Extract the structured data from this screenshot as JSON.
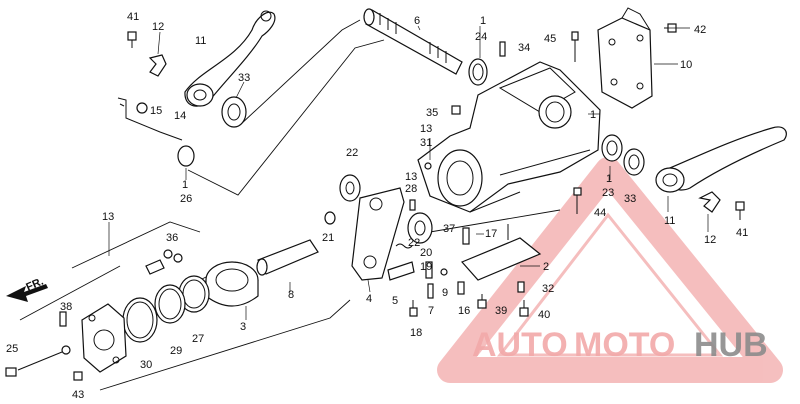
{
  "diagram": {
    "callouts": [
      {
        "id": "c41a",
        "text": "41"
      },
      {
        "id": "c12a",
        "text": "12"
      },
      {
        "id": "c11a",
        "text": "11"
      },
      {
        "id": "c33a",
        "text": "33"
      },
      {
        "id": "c6",
        "text": "6"
      },
      {
        "id": "c1a",
        "text": "1"
      },
      {
        "id": "c24",
        "text": "24"
      },
      {
        "id": "c34",
        "text": "34"
      },
      {
        "id": "c45",
        "text": "45"
      },
      {
        "id": "c42",
        "text": "42"
      },
      {
        "id": "c10",
        "text": "10"
      },
      {
        "id": "c15",
        "text": "15"
      },
      {
        "id": "c14",
        "text": "14"
      },
      {
        "id": "c35",
        "text": "35"
      },
      {
        "id": "c1b",
        "text": "1"
      },
      {
        "id": "c13a",
        "text": "13"
      },
      {
        "id": "c31",
        "text": "31"
      },
      {
        "id": "c1c",
        "text": "1"
      },
      {
        "id": "c26",
        "text": "26"
      },
      {
        "id": "c22a",
        "text": "22"
      },
      {
        "id": "c13b",
        "text": "13"
      },
      {
        "id": "c28",
        "text": "28"
      },
      {
        "id": "c1d",
        "text": "1"
      },
      {
        "id": "c23",
        "text": "23"
      },
      {
        "id": "c33b",
        "text": "33"
      },
      {
        "id": "c44",
        "text": "44"
      },
      {
        "id": "c11b",
        "text": "11"
      },
      {
        "id": "c13c",
        "text": "13"
      },
      {
        "id": "c36",
        "text": "36"
      },
      {
        "id": "c21",
        "text": "21"
      },
      {
        "id": "c37",
        "text": "37"
      },
      {
        "id": "c17",
        "text": "17"
      },
      {
        "id": "c22b",
        "text": "22"
      },
      {
        "id": "c20",
        "text": "20"
      },
      {
        "id": "c19",
        "text": "19"
      },
      {
        "id": "c2",
        "text": "2"
      },
      {
        "id": "c12b",
        "text": "12"
      },
      {
        "id": "c41b",
        "text": "41"
      },
      {
        "id": "c8",
        "text": "8"
      },
      {
        "id": "c4",
        "text": "4"
      },
      {
        "id": "c9",
        "text": "9"
      },
      {
        "id": "c32",
        "text": "32"
      },
      {
        "id": "c38",
        "text": "38"
      },
      {
        "id": "c5",
        "text": "5"
      },
      {
        "id": "c7",
        "text": "7"
      },
      {
        "id": "c16",
        "text": "16"
      },
      {
        "id": "c39",
        "text": "39"
      },
      {
        "id": "c40",
        "text": "40"
      },
      {
        "id": "c3",
        "text": "3"
      },
      {
        "id": "c27",
        "text": "27"
      },
      {
        "id": "c29",
        "text": "29"
      },
      {
        "id": "c30",
        "text": "30"
      },
      {
        "id": "c18",
        "text": "18"
      },
      {
        "id": "c25",
        "text": "25"
      },
      {
        "id": "c43",
        "text": "43"
      }
    ],
    "direction_label": "FR."
  },
  "watermark": {
    "brand_parts": [
      "AUTO",
      "MOTO",
      "HUB"
    ],
    "colors": {
      "primary": "#f2a9a9",
      "dark": "#8c8c8c"
    }
  }
}
